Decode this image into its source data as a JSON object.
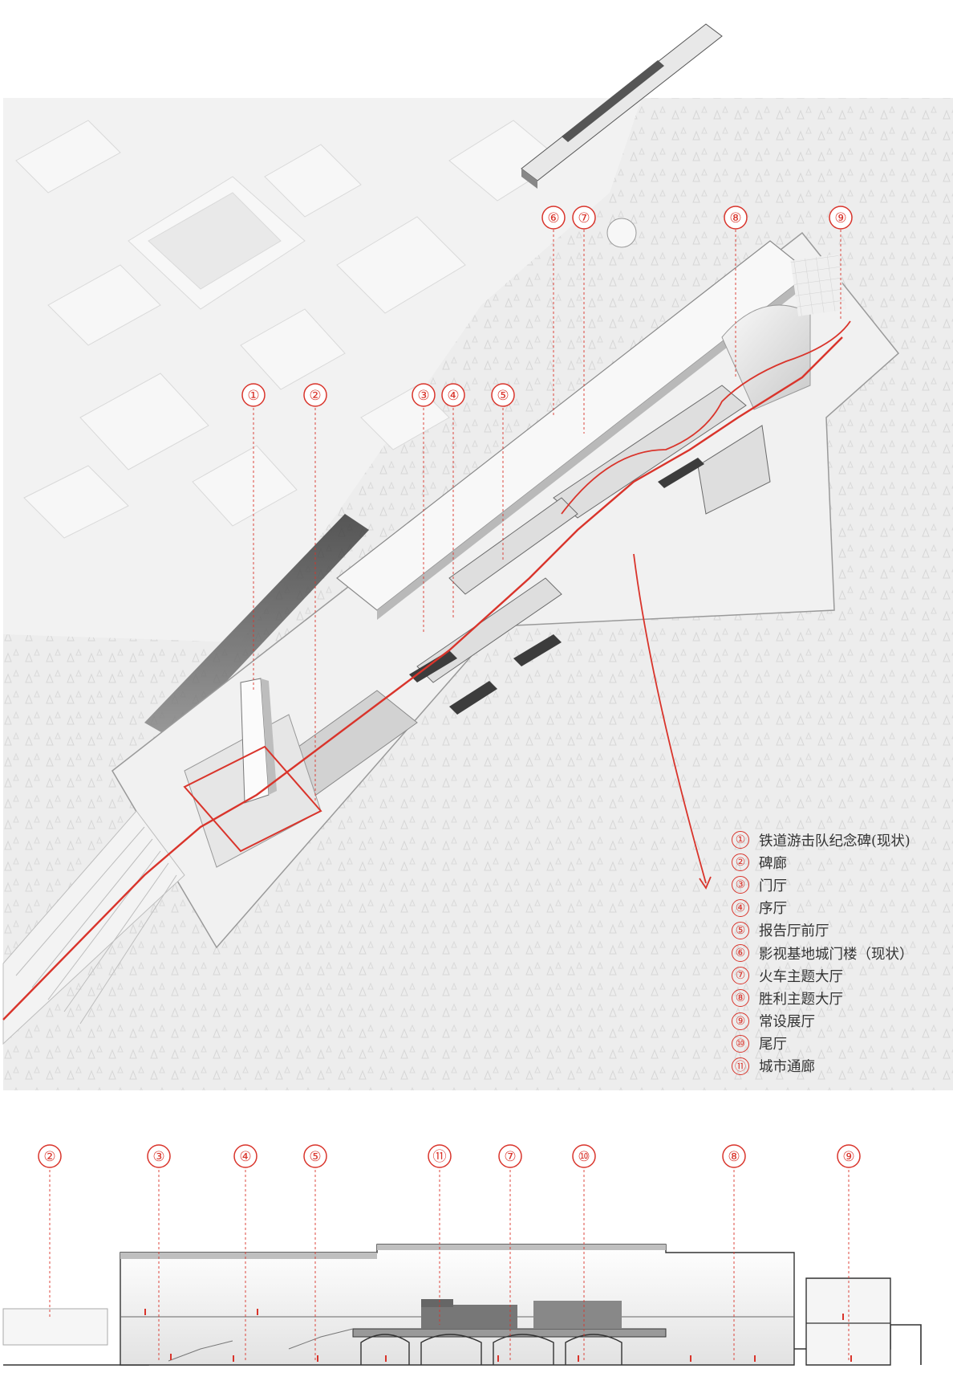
{
  "colors": {
    "accent": "#d9342b",
    "terrain": "#ececec",
    "building": "#f4f4f4",
    "ink": "#4a4a4a"
  },
  "plan_markers": [
    {
      "num": "①"
    },
    {
      "num": "②"
    },
    {
      "num": "③"
    },
    {
      "num": "④"
    },
    {
      "num": "⑤"
    },
    {
      "num": "⑥"
    },
    {
      "num": "⑦"
    },
    {
      "num": "⑧"
    },
    {
      "num": "⑨"
    }
  ],
  "legend": [
    {
      "num": "①",
      "label": "铁道游击队纪念碑(现状)"
    },
    {
      "num": "②",
      "label": "碑廊"
    },
    {
      "num": "③",
      "label": "门厅"
    },
    {
      "num": "④",
      "label": "序厅"
    },
    {
      "num": "⑤",
      "label": "报告厅前厅"
    },
    {
      "num": "⑥",
      "label": "影视基地城门楼（现状）"
    },
    {
      "num": "⑦",
      "label": "火车主题大厅"
    },
    {
      "num": "⑧",
      "label": "胜利主题大厅"
    },
    {
      "num": "⑨",
      "label": "常设展厅"
    },
    {
      "num": "⑩",
      "label": "尾厅"
    },
    {
      "num": "⑪",
      "label": "城市通廊"
    }
  ],
  "section_markers": [
    {
      "num": "②"
    },
    {
      "num": "③"
    },
    {
      "num": "④"
    },
    {
      "num": "⑤"
    },
    {
      "num": "⑪"
    },
    {
      "num": "⑦"
    },
    {
      "num": "⑩"
    },
    {
      "num": "⑧"
    },
    {
      "num": "⑨"
    }
  ]
}
